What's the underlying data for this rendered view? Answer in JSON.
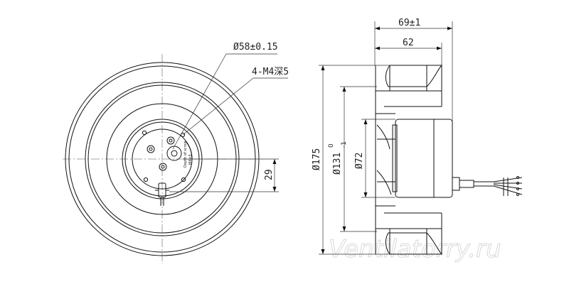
{
  "drawing": {
    "front_view": {
      "label_hub_diameter": "Ø58±0.15",
      "label_threads": "4-M4深5",
      "label_offset": "29",
      "hub_marking_1": "Depth of screw",
      "hub_marking_2": "M4×5"
    },
    "side_view": {
      "label_total_width": "69±1",
      "label_impeller_width": "62",
      "label_outer_diameter": "Ø175",
      "label_inlet_diameter": "Ø131",
      "label_tol_upper": "0",
      "label_tol_lower": "-1",
      "label_motor_diameter": "Ø72"
    },
    "watermark": "Ventilatorry.ru"
  }
}
